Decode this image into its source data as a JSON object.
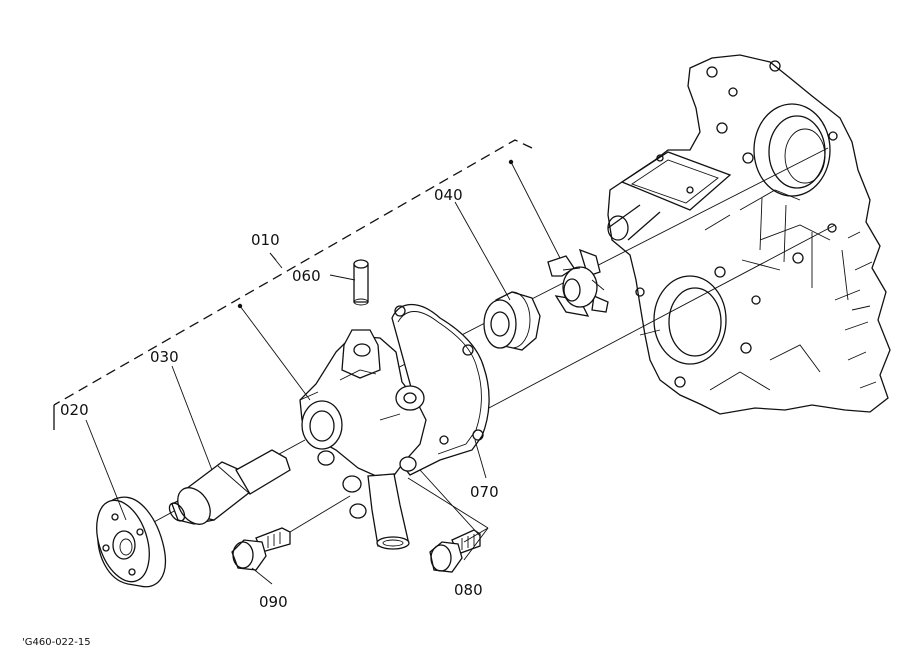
{
  "labels": {
    "p010": "010",
    "p020": "020",
    "p030": "030",
    "p040": "040",
    "p060": "060",
    "p070": "070",
    "p080": "080",
    "p090": "090"
  },
  "footer": {
    "code": "'G460-022-15"
  }
}
